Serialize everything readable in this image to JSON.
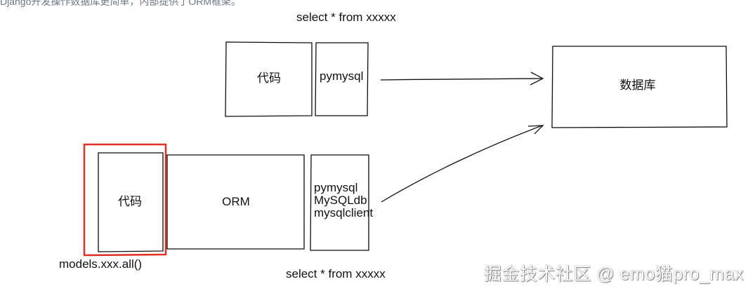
{
  "header_fragment": "Django开发操作数据库更简单，内部提供了ORM框架。",
  "top_select_text": "select * from xxxxx",
  "bottom_select_text": "select * from xxxxx",
  "top_code_label": "代码",
  "top_pymysql_label": "pymysql",
  "database_label": "数据库",
  "orm_code_label": "代码",
  "orm_label": "ORM",
  "driver_items": [
    "pymysql",
    "MySQLdb",
    "mysqlclient"
  ],
  "models_query": "models.xxx.all()",
  "watermark": "掘金技术社区 @ emo猫pro_max",
  "colors": {
    "line": "#111111",
    "highlight": "#e03128",
    "watermark": "#ffffff"
  }
}
